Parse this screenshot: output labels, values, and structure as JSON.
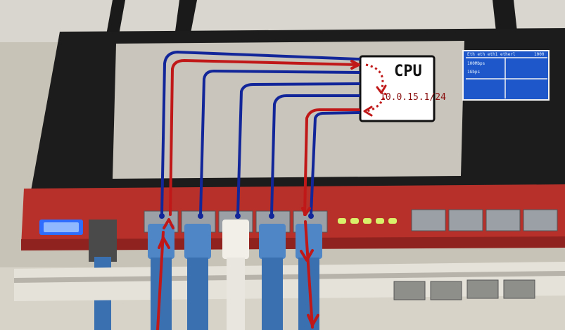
{
  "diagram": {
    "cpu_label": "CPU",
    "ip_address": "10.0.15.1/24"
  },
  "lcd": {
    "header_left": "Eth eth eth1 etherl",
    "header_right": "1000",
    "row1": "100Mbps",
    "row2": "1Gbps"
  },
  "colors": {
    "wire_blue": "#12269a",
    "wire_red": "#c01818",
    "chassis_red": "#b8302a",
    "chassis_black": "#1c1c1c",
    "cable_blue": "#3a6fb0",
    "cable_white": "#e8e6df",
    "led_green": "#d8f06a",
    "status_blue": "#2f6dff",
    "lcd_blue": "#1d57c9"
  }
}
